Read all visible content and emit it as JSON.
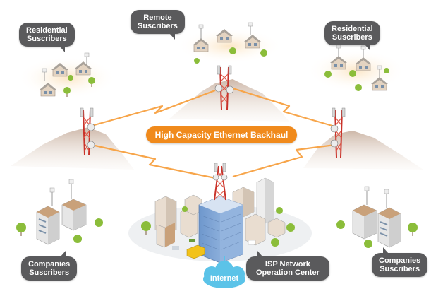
{
  "labels": {
    "residential_left": [
      "Residential",
      "Suscribers"
    ],
    "remote": [
      "Remote",
      "Suscribers"
    ],
    "residential_right": [
      "Residential",
      "Suscribers"
    ],
    "companies_left": [
      "Companies",
      "Suscribers"
    ],
    "isp": [
      "ISP Network",
      "Operation Center"
    ],
    "companies_right": [
      "Companies",
      "Suscribers"
    ],
    "backhaul": "High Capacity Ethernet Backhaul",
    "internet": "Internet"
  },
  "colors": {
    "bubble": "#5a5a5c",
    "backhaul": "#f08a1c",
    "link": "#f7a54a",
    "internet_cloud": "#5bc3e8",
    "mountain": "#d9c8bb",
    "tower": "#c8322a",
    "house_roof": "#a9a29a",
    "house_wall": "#e3d3c1",
    "tree": "#8bbd3a",
    "isp_building": "#7fa6d6"
  }
}
